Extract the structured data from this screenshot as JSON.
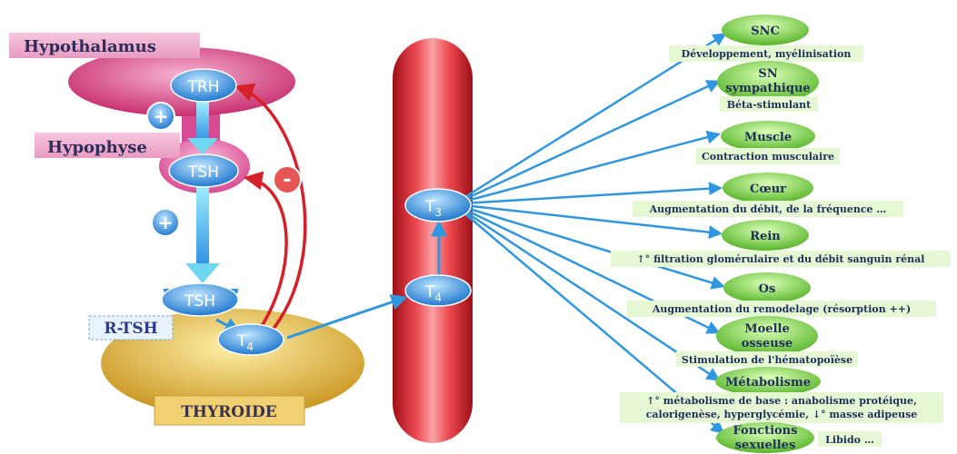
{
  "organs": {
    "hypothalamus": "Hypothalamus",
    "hypophyse": "Hypophyse",
    "thyroide": "THYROIDE",
    "r_tsh": "R-TSH"
  },
  "hormones": {
    "trh": "TRH",
    "tsh_upper": "TSH",
    "tsh_lower": "TSH",
    "t4_thyroid_base": "T",
    "t4_thyroid_sub": "4",
    "t4_blood_base": "T",
    "t4_blood_sub": "4",
    "t3_base": "T",
    "t3_sub": "3"
  },
  "signs": {
    "plus_1": "+",
    "plus_2": "+",
    "minus": "-"
  },
  "targets": [
    {
      "name": "SNC",
      "effect": "Développement, myélinisation"
    },
    {
      "name_line1": "SN",
      "name_line2": "sympathique",
      "effect": "Béta-stimulant"
    },
    {
      "name": "Muscle",
      "effect": "Contraction musculaire"
    },
    {
      "name": "Cœur",
      "effect": "Augmentation du débit, de la fréquence …"
    },
    {
      "name": "Rein",
      "effect": "↑° filtration glomérulaire et du débit sanguin rénal"
    },
    {
      "name": "Os",
      "effect": "Augmentation du remodelage (résorption ++)"
    },
    {
      "name_line1": "Moelle",
      "name_line2": "osseuse",
      "effect": "Stimulation de l'hématopoïèse"
    },
    {
      "name": "Métabolisme",
      "effect_line1": "↑° métabolisme de base : anabolisme protéique,",
      "effect_line2": "calorigenèse, hyperglycémie, ↓° masse adipeuse"
    },
    {
      "name_line1": "Fonctions",
      "name_line2": "sexuelles",
      "effect": "Libido …"
    }
  ],
  "colors": {
    "hypothalamus": "#d9468a",
    "hypophyse": "#e85fa6",
    "thyroid": "#e0b53a",
    "hormone_bubble": "#2f8fe0",
    "blood_vessel": "#d81f2a",
    "target_oval": "#6fcf3a",
    "effect_box": "#e6f7d4",
    "arrow_blue": "#2f97e0",
    "arrow_red": "#d6202a",
    "arrow_cyan": "#6fd7f0"
  }
}
